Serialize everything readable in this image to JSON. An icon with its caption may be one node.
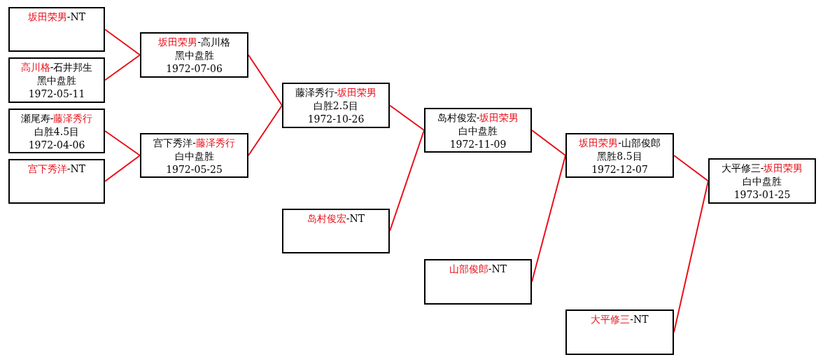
{
  "diagram": {
    "nodes": [
      {
        "text": [
          "**坂田荣男**-NT"
        ]
      },
      {
        "text": [
          "**高川格**-石井邦生",
          "黑中盘胜",
          "1972-05-11"
        ]
      },
      {
        "text": [
          "瀬尾寿-**藤泽秀行**",
          "白胜4.5目",
          "1972-04-06"
        ]
      },
      {
        "text": [
          "**宫下秀洋**-NT"
        ]
      },
      {
        "text": [
          "**坂田荣男**-高川格",
          "黑中盘胜",
          "1972-07-06"
        ]
      },
      {
        "text": [
          "宫下秀洋-**藤泽秀行**",
          "白中盘胜",
          "1972-05-25"
        ]
      },
      {
        "text": [
          "藤泽秀行-**坂田荣男**",
          "白胜2.5目",
          "1972-10-26"
        ]
      },
      {
        "text": [
          "**岛村俊宏**-NT"
        ]
      },
      {
        "text": [
          "岛村俊宏-**坂田荣男**",
          "白中盘胜",
          "1972-11-09"
        ]
      },
      {
        "text": [
          "**山部俊郎**-NT"
        ]
      },
      {
        "text": [
          "**坂田荣男**-山部俊郎",
          "黑胜8.5目",
          "1972-12-07"
        ]
      },
      {
        "text": [
          "**大平修三**-NT"
        ]
      },
      {
        "text": [
          "大平修三-**坂田荣男**",
          "白中盘胜",
          "1973-01-25"
        ]
      }
    ],
    "edges": [
      {
        "from": 0,
        "to": 4,
        "arrow": "none"
      },
      {
        "from": 1,
        "to": 4,
        "arrow": "none"
      },
      {
        "from": 2,
        "to": 5,
        "arrow": "none"
      },
      {
        "from": 3,
        "to": 5,
        "arrow": "none"
      },
      {
        "from": 4,
        "to": 6,
        "arrow": "none"
      },
      {
        "from": 5,
        "to": 6,
        "arrow": "none"
      },
      {
        "from": 6,
        "to": 8,
        "arrow": "none"
      },
      {
        "from": 7,
        "to": 8,
        "arrow": "none"
      },
      {
        "from": 8,
        "to": 10,
        "arrow": "none"
      },
      {
        "from": 9,
        "to": 10,
        "arrow": "none"
      },
      {
        "from": 10,
        "to": 12,
        "arrow": "none"
      },
      {
        "from": 11,
        "to": 12,
        "arrow": "none"
      }
    ]
  }
}
